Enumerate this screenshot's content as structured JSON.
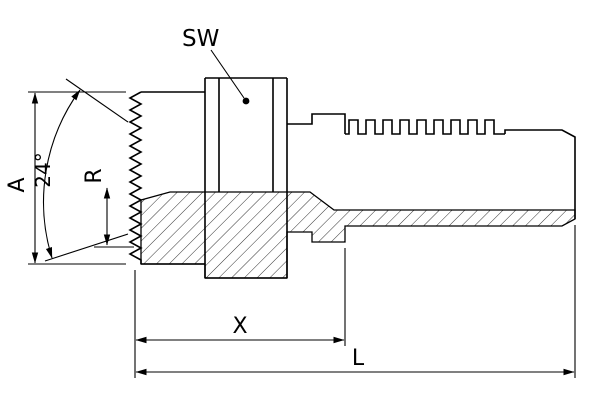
{
  "drawing": {
    "background": "#ffffff",
    "line_color": "#000000",
    "labels": {
      "sw": "SW",
      "a": "A",
      "cone_angle": "24°",
      "r": "R",
      "x": "X",
      "l": "L"
    }
  }
}
